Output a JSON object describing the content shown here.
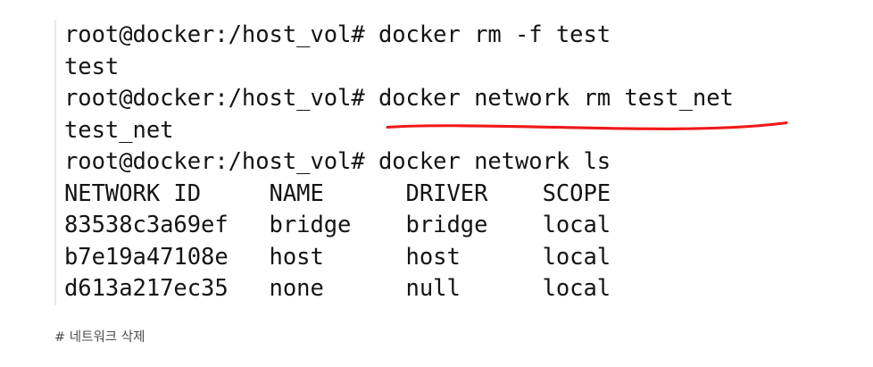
{
  "terminal": {
    "prompt": "root@docker:/host_vol#",
    "lines": [
      "root@docker:/host_vol# docker rm -f test",
      "test",
      "root@docker:/host_vol# docker network rm test_net",
      "test_net",
      "root@docker:/host_vol# docker network ls",
      "NETWORK ID     NAME      DRIVER    SCOPE",
      "83538c3a69ef   bridge    bridge    local",
      "b7e19a47108e   host      host      local",
      "d613a217ec35   none      null      local"
    ],
    "commands": [
      "docker rm -f test",
      "docker network rm test_net",
      "docker network ls"
    ],
    "outputs": [
      "test",
      "test_net"
    ],
    "network_table": {
      "headers": [
        "NETWORK ID",
        "NAME",
        "DRIVER",
        "SCOPE"
      ],
      "rows": [
        [
          "83538c3a69ef",
          "bridge",
          "bridge",
          "local"
        ],
        [
          "b7e19a47108e",
          "host",
          "host",
          "local"
        ],
        [
          "d613a217ec35",
          "none",
          "null",
          "local"
        ]
      ]
    },
    "text_color": "#141414",
    "background_color": "#ffffff",
    "border_color": "#e8e8e8"
  },
  "annotation": {
    "type": "hand-drawn-underline",
    "color": "#f01818",
    "underlined_text": "docker network rm test_net"
  },
  "caption": {
    "text": "# 네트워크 삭제",
    "color": "#4d4d4d"
  }
}
